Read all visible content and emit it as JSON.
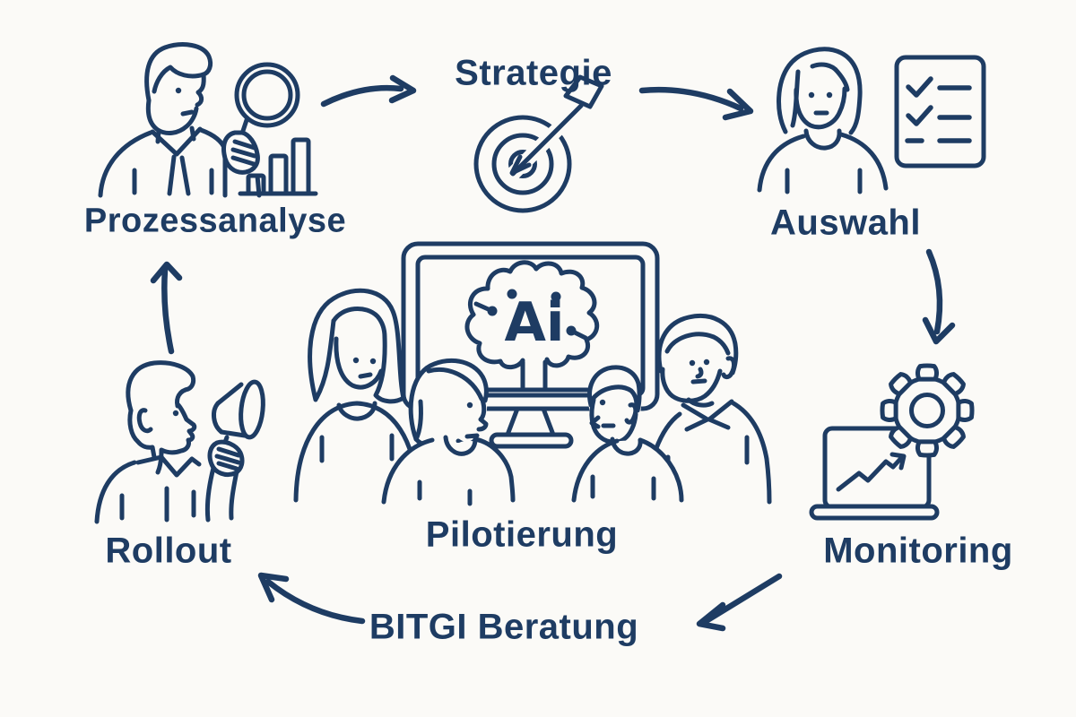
{
  "canvas": {
    "background": "#fbfaf7",
    "ink": "#1e3c63"
  },
  "diagram": {
    "steps": [
      {
        "id": "prozessanalyse",
        "label": "Prozessanalyse",
        "icon": "analyst-with-magnifier-and-bar-chart"
      },
      {
        "id": "strategie",
        "label": "Strategie",
        "icon": "target-with-dart"
      },
      {
        "id": "auswahl",
        "label": "Auswahl",
        "icon": "woman-with-checklist"
      },
      {
        "id": "monitoring",
        "label": "Monitoring",
        "icon": "laptop-chart-with-gear"
      },
      {
        "id": "rollout",
        "label": "Rollout",
        "icon": "man-with-megaphone"
      },
      {
        "id": "pilotierung",
        "label": "Pilotierung",
        "icon": "team-with-ai-monitor"
      }
    ],
    "hub_label": "BITGI Beratung",
    "ai_label": "Ai",
    "flow": "Prozessanalyse → Strategie → Auswahl → Monitoring → BITGI Beratung → Rollout → Prozessanalyse"
  }
}
